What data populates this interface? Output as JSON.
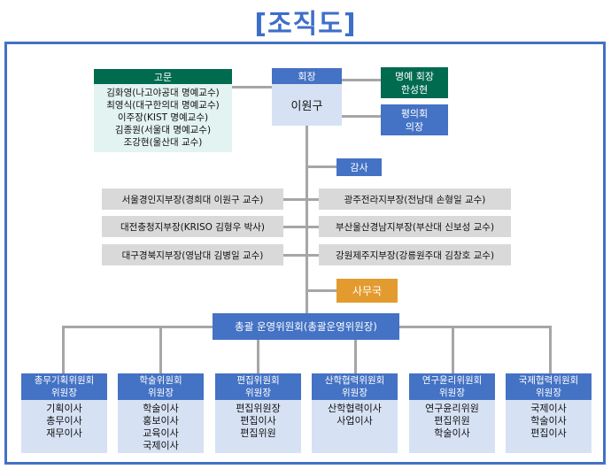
{
  "title": "[조직도]",
  "chairman": {
    "label": "회장",
    "name": "이원구"
  },
  "honorary": {
    "label": "명예 회장",
    "name": "한성현"
  },
  "council": {
    "line1": "평의회",
    "line2": "의장"
  },
  "advisors": {
    "label": "고문",
    "members": [
      "김화영(나고야공대 명예교수)",
      "최영식(대구한의대 명예교수)",
      "이주장(KIST 명예교수)",
      "김종원(서울대 명예교수)",
      "조강현(울산대 교수)"
    ]
  },
  "auditor": "감사",
  "branches_left": [
    "서울경인지부장(경희대 이원구 교수)",
    "대전충청지부장(KRISO 김형우 박사)",
    "대구경북지부장(영남대 김병일 교수)"
  ],
  "branches_right": [
    "광주전라지부장(전남대 손형일 교수)",
    "부산울산경남지부장(부산대 신보성 교수)",
    "강원제주지부장(강릉원주대 김창호 교수)"
  ],
  "secretariat": "사무국",
  "steering": "총괄 운영위원회(총괄운영위원장)",
  "committees": [
    {
      "line1": "총무기획위원회",
      "line2": "위원장",
      "members": [
        "기획이사",
        "총무이사",
        "재무이사"
      ]
    },
    {
      "line1": "학술위원회",
      "line2": "위원장",
      "members": [
        "학술이사",
        "홍보이사",
        "교육이사",
        "국제이사"
      ]
    },
    {
      "line1": "편집위원회",
      "line2": "위원장",
      "members": [
        "편집위원장",
        "편집이사",
        "편집위원"
      ]
    },
    {
      "line1": "산학협력위원회",
      "line2": "위원장",
      "members": [
        "산학협력이사",
        "사업이사"
      ]
    },
    {
      "line1": "연구윤리위원회",
      "line2": "위원장",
      "members": [
        "연구윤리위원",
        "편집위원",
        "학술이사"
      ]
    },
    {
      "line1": "국제협력위원회",
      "line2": "위원장",
      "members": [
        "국제이사",
        "학술이사",
        "편집이사"
      ]
    }
  ],
  "colors": {
    "primary": "#4472c4",
    "honorary": "#006b4f",
    "secretariat": "#e39b2f",
    "committee_body": "#d6e2f4",
    "advisor_body": "#e3f3f2",
    "branch": "#d9d9d9",
    "connector": "#a6a6a6"
  }
}
